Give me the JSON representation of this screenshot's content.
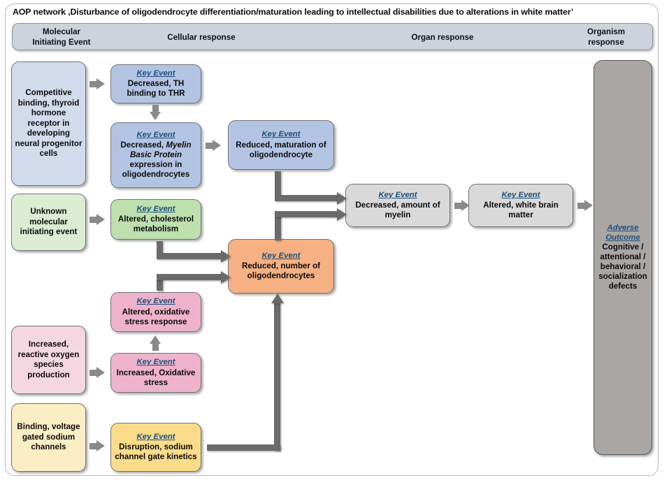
{
  "title": "AOP network ,Disturbance of oligodendrocyte differentiation/maturation leading to intellectual disabilities due to alterations in white matter’",
  "header": {
    "mie": "Molecular\nInitiating Event",
    "cellular": "Cellular response",
    "organ": "Organ response",
    "organism": "Organism\nresponse"
  },
  "labels": {
    "key_event": "Key Event",
    "adverse_outcome_line1": "Adverse",
    "adverse_outcome_line2": "Outcome"
  },
  "nodes": {
    "mie_thyroid": {
      "text": "Competitive binding, thyroid hormone receptor in developing neural progenitor cells",
      "color": "#d2dbec"
    },
    "mie_unknown": {
      "text": "Unknown molecular initiating event",
      "color": "#dcecd3"
    },
    "mie_ros": {
      "text": "Increased, reactive oxygen species production",
      "color": "#f5d7e2"
    },
    "mie_sodium": {
      "text": "Binding, voltage gated sodium channels",
      "color": "#fbeec4"
    },
    "ke_th_binding": {
      "text": "Decreased, TH binding to THR",
      "color": "#b3c4e3"
    },
    "ke_mbp": {
      "text_pre": "Decreased, ",
      "text_em": "Myelin Basic Protein",
      "text_post": " expression in oligodendrocytes",
      "color": "#b3c4e3"
    },
    "ke_maturation": {
      "text": "Reduced, maturation of oligodendrocyte",
      "color": "#b3c4e3"
    },
    "ke_cholesterol": {
      "text": "Altered, cholesterol metabolism",
      "color": "#bedfae"
    },
    "ke_number_oligo": {
      "text": "Reduced, number of oligodendrocytes",
      "color": "#f5b183"
    },
    "ke_ox_response": {
      "text": "Altered, oxidative stress response",
      "color": "#eeb3cb"
    },
    "ke_ox_stress": {
      "text": "Increased, Oxidative stress",
      "color": "#eeb3cb"
    },
    "ke_sodium_kinetics": {
      "text": "Disruption, sodium channel gate kinetics",
      "color": "#fbdc8a"
    },
    "ke_myelin_amount": {
      "text": "Decreased, amount of myelin",
      "color": "#d9d9d9"
    },
    "ke_white_matter": {
      "text": "Altered, white brain matter",
      "color": "#d9d9d9"
    },
    "ao_outcome": {
      "text": "Cognitive / attentional / behavioral / socialization defects",
      "color": "#a9a6a4"
    }
  },
  "colors": {
    "header_band": "#ccd3dd",
    "connector": "#6b6b6b",
    "arrow_small": "#8a8a8a",
    "ke_label_text": "#1f4e79",
    "frame_border": "#b9b9b9"
  }
}
